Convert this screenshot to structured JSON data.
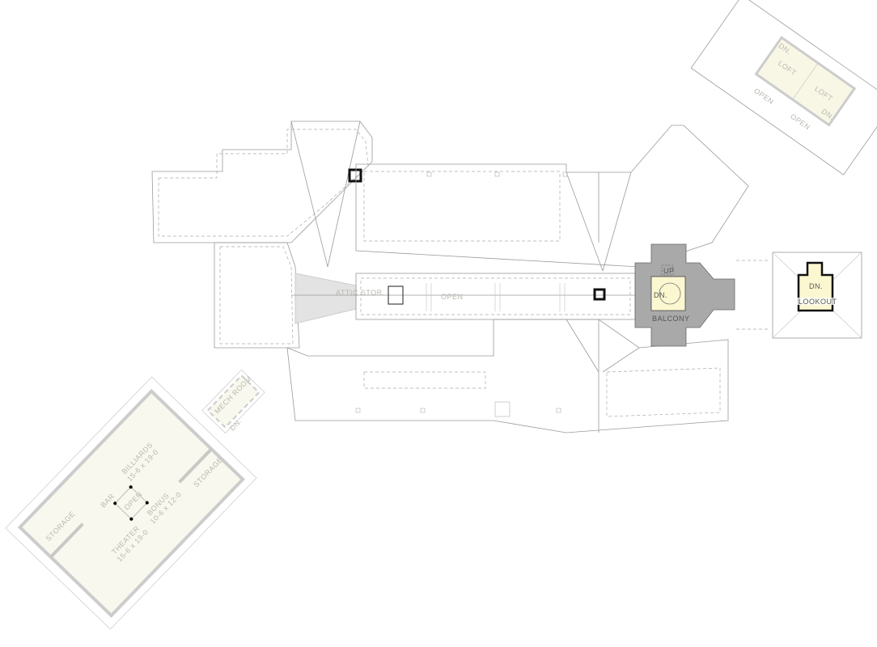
{
  "plan": {
    "balcony": {
      "label": "BALCONY",
      "up": "UP",
      "down": "DN.",
      "color": "#a9a9a9"
    },
    "lookout": {
      "label": "LOOKOUT",
      "down": "DN.",
      "color": "#fbf7d0"
    },
    "corridor": {
      "open": "OPEN",
      "attic": "ATTIC STOR."
    },
    "loft_wing": {
      "lofts": [
        "LOFT",
        "LOFT"
      ],
      "down": [
        "DN.",
        "DN."
      ],
      "open": [
        "OPEN",
        "OPEN"
      ],
      "color": "#f8f7e6"
    },
    "bonus_wing": {
      "color": "#f8f8ee",
      "billiards": {
        "name": "BILLIARDS",
        "dims": "15-6 x 19-0"
      },
      "theater": {
        "name": "THEATER",
        "dims": "15-6 x 19-0"
      },
      "bonus": {
        "name": "BONUS",
        "dims": "10-6 x 12-0"
      },
      "bar": "BAR",
      "open": "OPEN",
      "storage": [
        "STORAGE",
        "STORAGE"
      ],
      "mech": "MECH ROOM",
      "down": "DN."
    }
  }
}
